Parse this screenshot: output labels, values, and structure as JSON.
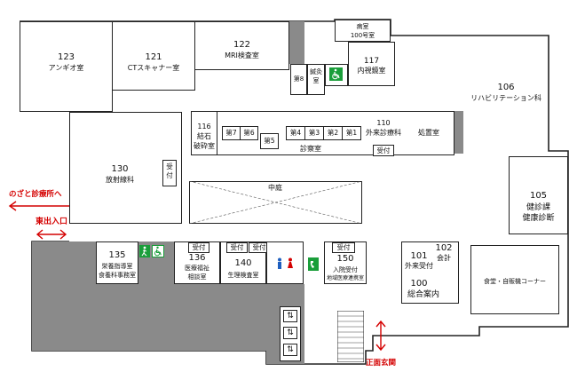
{
  "rooms": {
    "r123": {
      "number": "123",
      "name": "アンギオ室"
    },
    "r121": {
      "number": "121",
      "name": "CTスキャナー室"
    },
    "r122": {
      "number": "122",
      "name": "MRI検査室"
    },
    "ward100": {
      "line1": "病室",
      "line2": "100号室"
    },
    "r117": {
      "number": "117",
      "name": "内視鏡室"
    },
    "r106": {
      "number": "106",
      "name": "リハビリテーション科"
    },
    "r116": {
      "number": "116",
      "line1": "結石",
      "line2": "破砕室"
    },
    "r110": {
      "number": "110",
      "name": "外来診療科"
    },
    "pharmacy": "処置室",
    "shinsatsu": "診察室",
    "r130": {
      "number": "130",
      "name": "放射線科"
    },
    "courtyard": "中庭",
    "r105": {
      "number": "105",
      "line1": "健診課",
      "line2": "健康診断"
    },
    "r135": {
      "number": "135",
      "line1": "栄養指導室",
      "line2": "食養科事務室"
    },
    "r136": {
      "number": "136",
      "line1": "医療福祉",
      "line2": "相談室"
    },
    "r140": {
      "number": "140",
      "name": "生理検査室"
    },
    "r150": {
      "number": "150",
      "line1": "入院受付",
      "line2": "地域医療連携室"
    },
    "r101": {
      "number": "101",
      "name": "外来受付"
    },
    "r102": {
      "number": "102",
      "name": "会計"
    },
    "r100": {
      "number": "100",
      "name": "総合案内"
    },
    "cafeteria": "食堂・自販機コーナー",
    "r8": "第8",
    "shinkyu": "鍼灸室",
    "exam_rooms_a": [
      "第7",
      "第6",
      "第5"
    ],
    "exam_rooms_b": [
      "第4",
      "第3",
      "第2",
      "第1"
    ]
  },
  "reception_label": "受付",
  "wayfinding": {
    "to_clinic": "のざと診療所へ",
    "east_exit": "東出入口",
    "main_entrance": "正面玄関"
  },
  "icons": [
    "wheelchair-accessible-icon",
    "emergency-exit-icon",
    "restroom-icon",
    "telephone-icon",
    "elevator-icon",
    "stairs-icon",
    "arrow-left-icon",
    "double-arrow-horizontal-icon",
    "double-arrow-vertical-icon"
  ],
  "colors": {
    "accent_red": "#d40000",
    "gray_area": "#8a8a8a",
    "exit_green": "#1a9e3a",
    "phone_green": "#1a9e3a",
    "restroom_blue": "#1f5fbf",
    "restroom_red": "#d40000"
  }
}
